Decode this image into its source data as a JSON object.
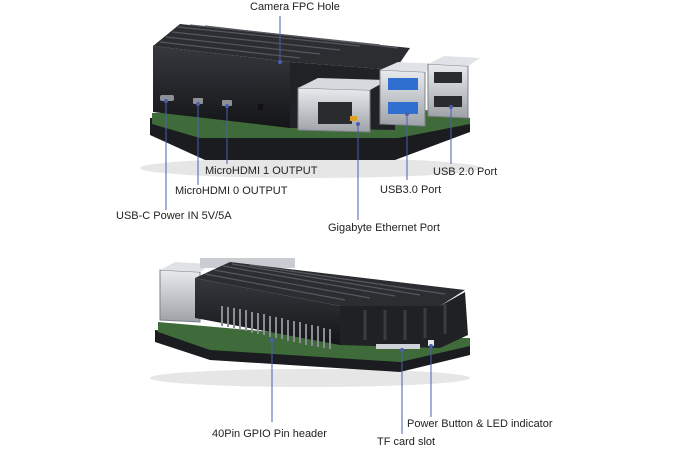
{
  "labels": {
    "camera_fpc": "Camera FPC Hole",
    "microhdmi1": "MicroHDMI 1 OUTPUT",
    "microhdmi0": "MicroHDMI 0 OUTPUT",
    "usbc_power": "USB-C Power IN 5V/5A",
    "usb3": "USB3.0 Port",
    "usb2": "USB 2.0 Port",
    "ethernet": "Gigabyte Ethernet Port",
    "gpio": "40Pin GPIO Pin header",
    "tf_card": "TF card slot",
    "power_button": "Power Button & LED indicator"
  },
  "colors": {
    "case": "#1f2124",
    "case_top": "#2e3034",
    "fin_highlight": "#4a4d52",
    "pcb": "#3f6b3a",
    "usb_blue": "#2f6fd0",
    "metal": "#c9ccd0",
    "leader": "#4a5fb0"
  }
}
